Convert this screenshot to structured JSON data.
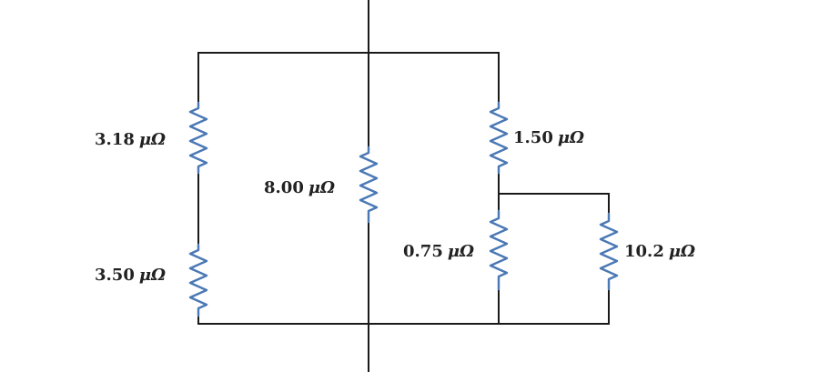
{
  "colors": {
    "wire": "#1a1a1a",
    "resistor": "#4a78b5",
    "label": "#222222",
    "background": "#ffffff"
  },
  "resistors": {
    "r1": {
      "value": "3.18",
      "unit": "μΩ"
    },
    "r2": {
      "value": "3.50",
      "unit": "μΩ"
    },
    "r3": {
      "value": "8.00",
      "unit": "μΩ"
    },
    "r4": {
      "value": "1.50",
      "unit": "μΩ"
    },
    "r5": {
      "value": "0.75",
      "unit": "μΩ"
    },
    "r6": {
      "value": "10.2",
      "unit": "μΩ"
    }
  }
}
